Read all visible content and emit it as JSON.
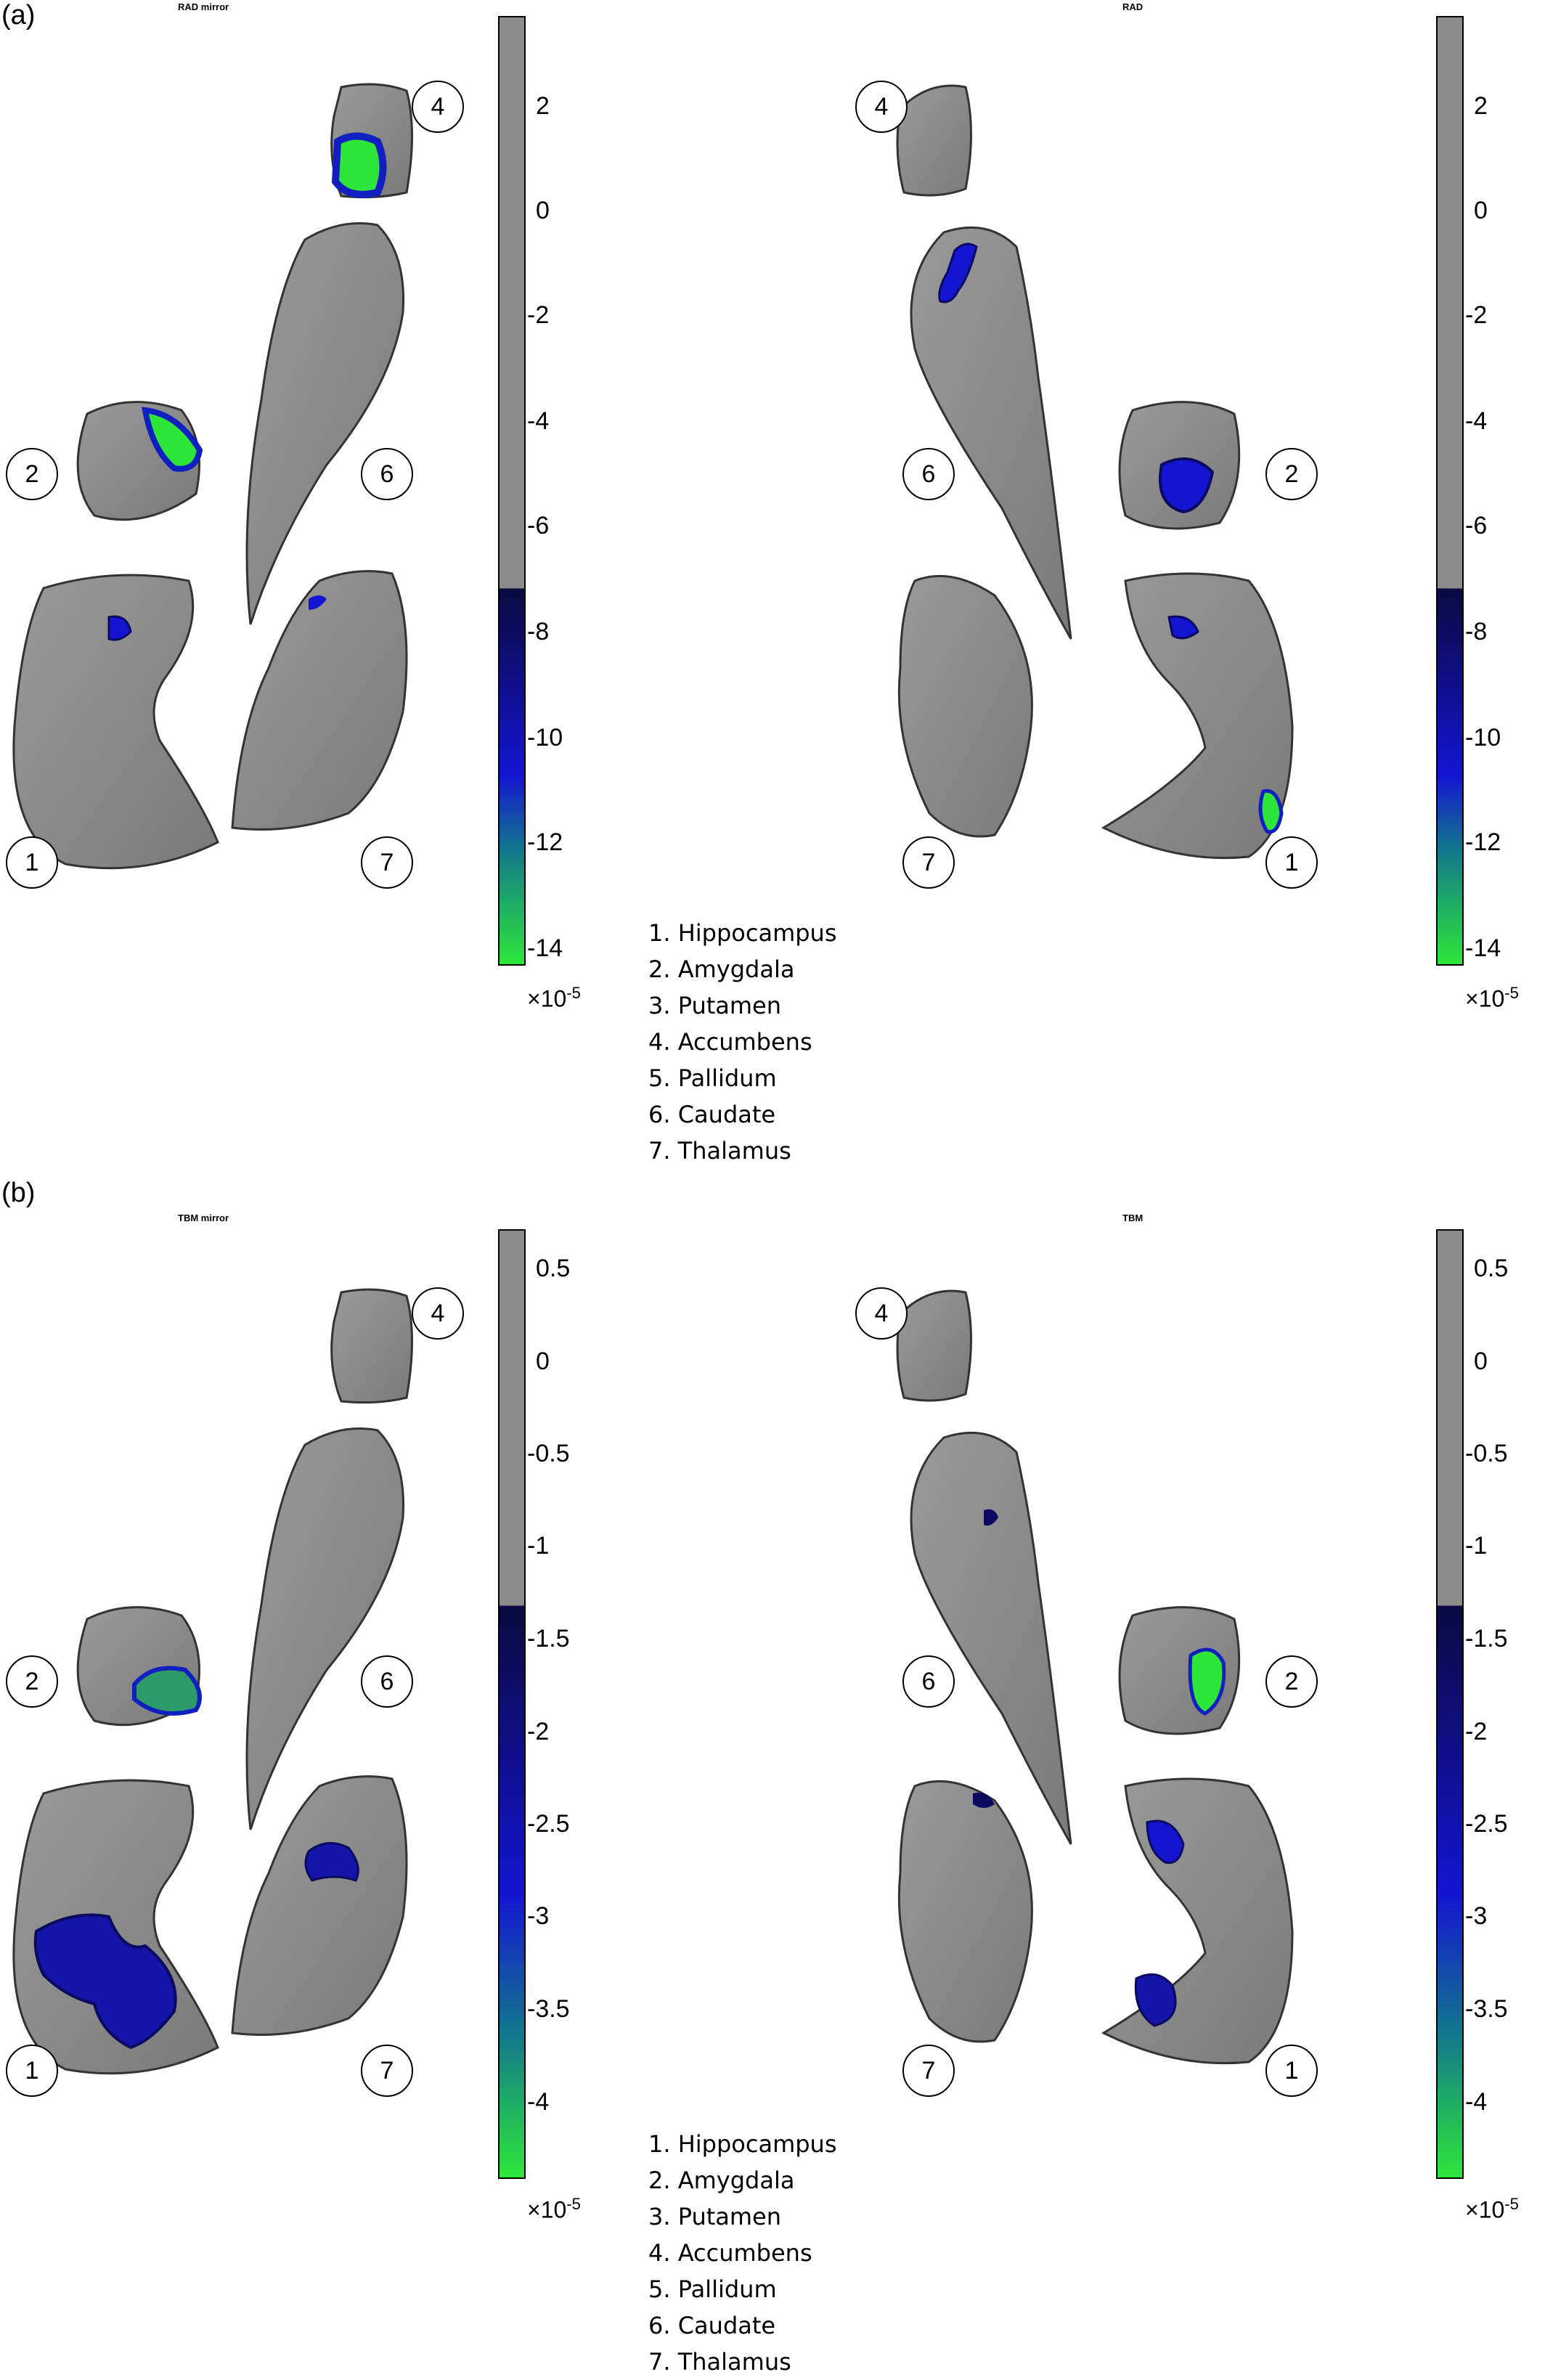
{
  "panels": [
    {
      "label": "(a)",
      "left_title": "RAD mirror",
      "right_title": "RAD",
      "ticks": [
        "2",
        "0",
        "-2",
        "-4",
        "-6",
        "-8",
        "-10",
        "-12",
        "-14"
      ],
      "exponent": "-5"
    },
    {
      "label": "(b)",
      "left_title": "TBM mirror",
      "right_title": "TBM",
      "ticks": [
        "0.5",
        "0",
        "-0.5",
        "-1",
        "-1.5",
        "-2",
        "-2.5",
        "-3",
        "-3.5",
        "-4"
      ],
      "exponent": "-5"
    }
  ],
  "structure_numbers": [
    "1",
    "2",
    "4",
    "6",
    "7"
  ],
  "legend": [
    "1.  Hippocampus",
    "2.  Amygdala",
    "3.  Putamen",
    "4.  Accumbens",
    "5.  Pallidum",
    "6.  Caudate",
    "7.  Thalamus"
  ],
  "colorbar_colors": {
    "gray": "#8c8c8c",
    "dark_blue": "#0a0a40",
    "blue": "#1414d2",
    "teal": "#12788c",
    "green": "#2ee63a"
  }
}
